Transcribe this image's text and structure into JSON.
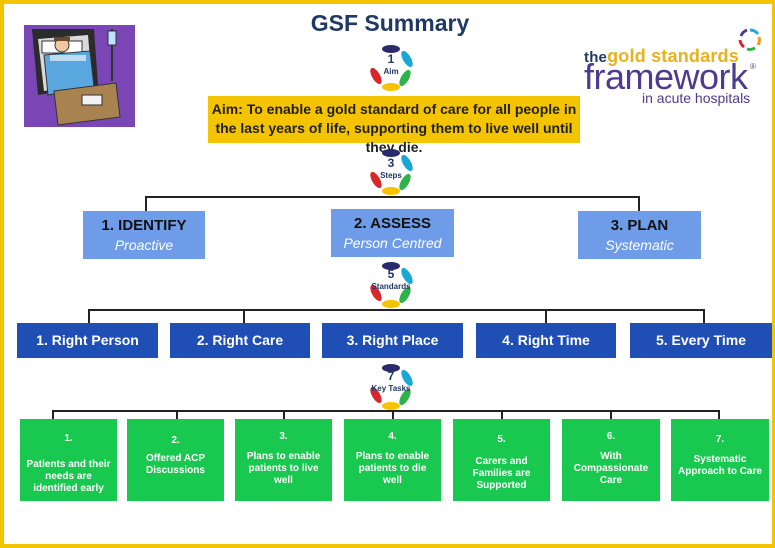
{
  "title": "GSF Summary",
  "logo": {
    "line1_prefix": "the",
    "line1_main": "gold standards",
    "line2": "framework",
    "line3": "in acute hospitals",
    "registered": "®"
  },
  "badges": {
    "aim": {
      "number": "1",
      "label": "Aim"
    },
    "steps": {
      "number": "3",
      "label": "Steps"
    },
    "standards": {
      "number": "5",
      "label": "Standards"
    },
    "key_tasks": {
      "number": "7",
      "label": "Key Tasks"
    }
  },
  "aim_text": "Aim: To enable a gold standard of care for all people in the last years of life, supporting them to live well until they die.",
  "steps": [
    {
      "title": "1.  IDENTIFY",
      "subtitle": "Proactive"
    },
    {
      "title": "2. ASSESS",
      "subtitle": "Person Centred"
    },
    {
      "title": "3. PLAN",
      "subtitle": "Systematic"
    }
  ],
  "standards": [
    "1. Right Person",
    "2. Right Care",
    "3. Right Place",
    "4. Right Time",
    "5. Every Time"
  ],
  "key_tasks": [
    {
      "number": "1.",
      "text": "Patients and their needs are identified early"
    },
    {
      "number": "2.",
      "text": "Offered ACP Discussions"
    },
    {
      "number": "3.",
      "text": "Plans to enable patients to live well"
    },
    {
      "number": "4.",
      "text": "Plans to enable patients to die well"
    },
    {
      "number": "5.",
      "text": "Carers and Families are Supported"
    },
    {
      "number": "6.",
      "text": "With Compassionate Care"
    },
    {
      "number": "7.",
      "text": "Systematic Approach to Care"
    }
  ],
  "colors": {
    "frame": "#f5c400",
    "aim_box": "#f5c400",
    "steps_box": "#6e9ce8",
    "standards_box": "#1f4eb5",
    "tasks_box": "#19c84f",
    "title_text": "#1f3864"
  }
}
